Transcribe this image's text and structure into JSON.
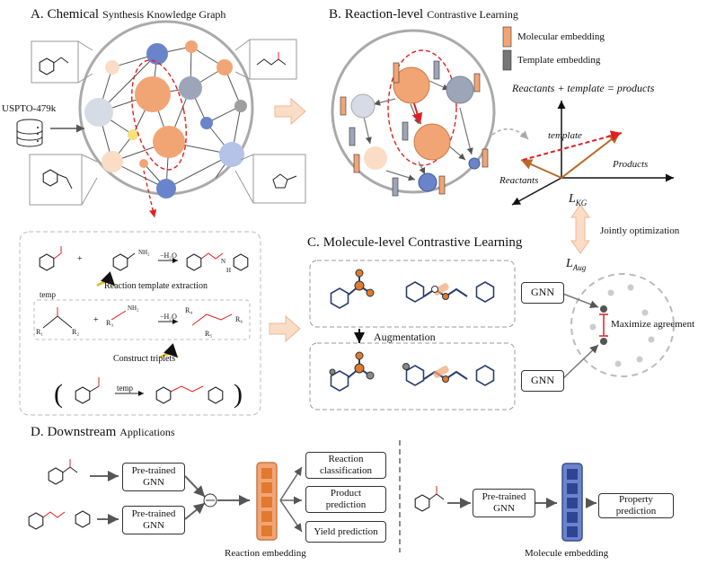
{
  "section_a": {
    "letter": "A.",
    "title_big": "Chemical",
    "title_small": "Synthesis Knowledge Graph",
    "dataset_label": "USPTO-479k"
  },
  "section_b": {
    "letter": "B.",
    "title_big": "Reaction-level",
    "title_small": "Contrastive Learning",
    "legend_molecular": "Molecular embedding",
    "legend_template": "Template embedding",
    "equation": "Reactants + template = products",
    "vec_template": "template",
    "vec_products": "Products",
    "vec_reactants": "Reactants",
    "loss_kg": "L",
    "loss_kg_sub": "KG"
  },
  "jointly_label": "Jointly optimization",
  "loss_aug": "L",
  "loss_aug_sub": "Aug",
  "section_c": {
    "letter": "C.",
    "title": "Molecule-level Contrastive Learning",
    "augmentation_label": "Augmentation",
    "gnn_top": "GNN",
    "gnn_bottom": "GNN",
    "maximize_label": "Maximize agreement"
  },
  "template_panel": {
    "water_1": "−H₂O",
    "water_2": "−H₂O",
    "extraction_label": "Reaction template extraction",
    "temp_label": "temp",
    "triplet_label": "Construct triplets",
    "temp_arrow_label": "temp",
    "r1": "R₁",
    "r2": "R₂",
    "r3": "R₃",
    "r4": "R₄",
    "r5": "R₅",
    "r6": "R₆",
    "plus_1": "+",
    "plus_2": "+",
    "nh": "H",
    "nh2": "NH₂",
    "n_label": "N"
  },
  "section_d": {
    "letter": "D.",
    "title_big": "Downstream",
    "title_small": "Applications",
    "pretrained_1": "Pre-trained\nGNN",
    "pretrained_2": "Pre-trained\nGNN",
    "pretrained_3": "Pre-trained\nGNN",
    "reaction_classification": "Reaction\nclassification",
    "product_prediction": "Product\nprediction",
    "yield_prediction": "Yield prediction",
    "property_prediction": "Property\nprediction",
    "reaction_embedding": "Reaction embedding",
    "molecule_embedding": "Molecule embedding"
  },
  "colors": {
    "orange": "#F2A574",
    "dark_orange": "#E07A2F",
    "blue": "#6A84CC",
    "light_blue": "#B5C3E8",
    "gray_node": "#9DA5B8",
    "red": "#E02020",
    "arrow_fill": "#FBDCC6",
    "gold": "#E8B820"
  }
}
